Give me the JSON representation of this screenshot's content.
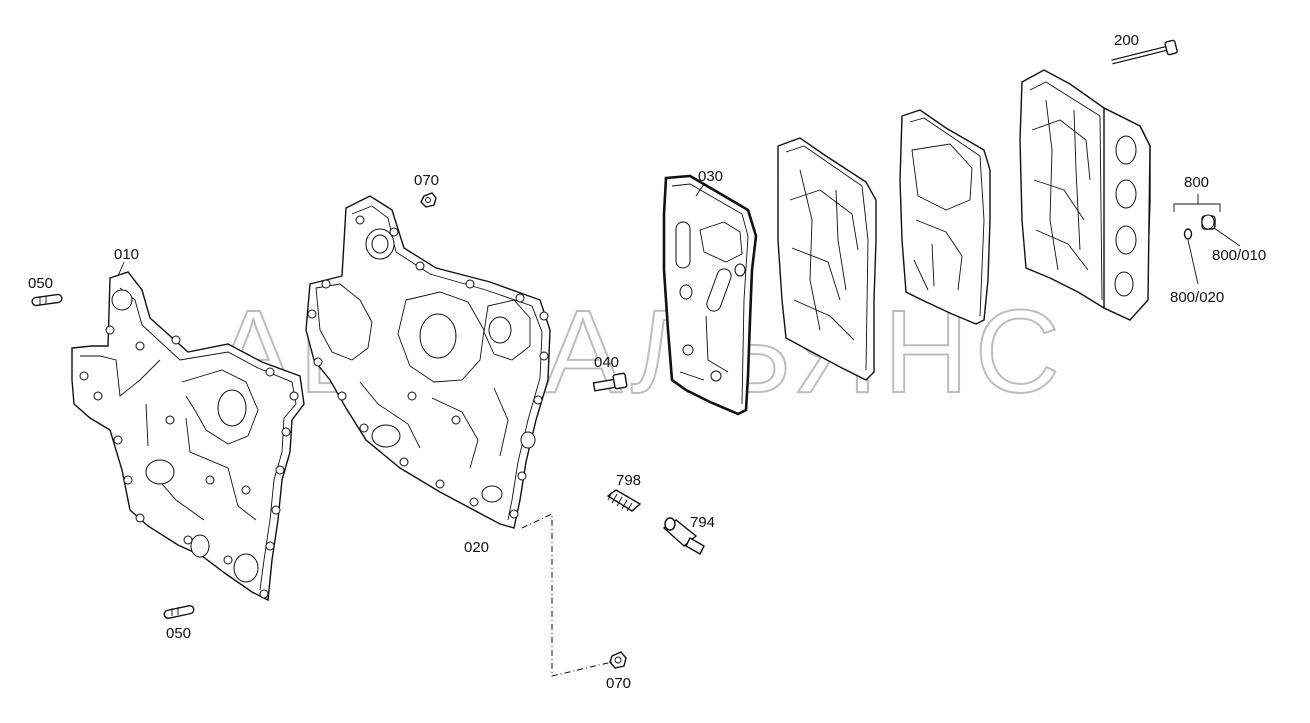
{
  "watermark": "АВТОАЛЬЯНС",
  "labels": {
    "p010": "010",
    "p020": "020",
    "p030": "030",
    "p040": "040",
    "p050_top": "050",
    "p050_bottom": "050",
    "p070_top": "070",
    "p070_bottom": "070",
    "p200": "200",
    "p794": "794",
    "p798": "798",
    "p800": "800",
    "p800_010": "800/010",
    "p800_020": "800/020"
  }
}
